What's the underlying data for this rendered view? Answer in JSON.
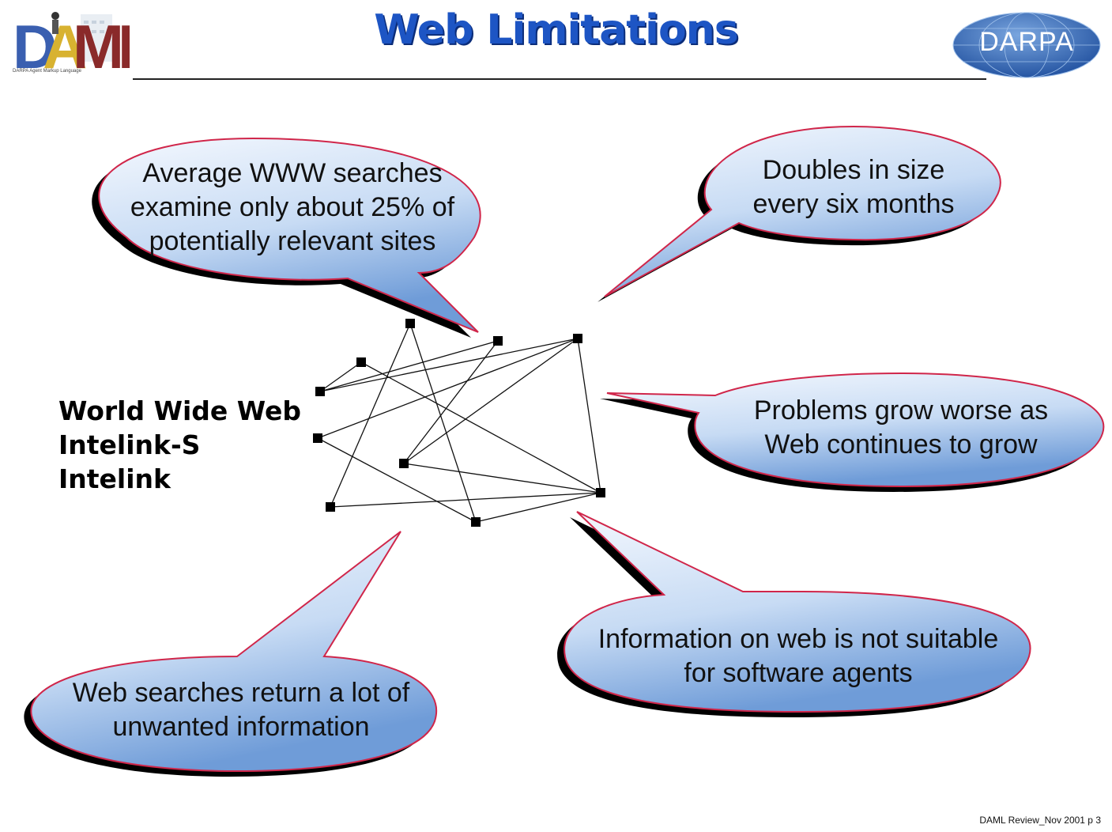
{
  "header": {
    "title": "Web Limitations",
    "logo_left_text": "DAML",
    "logo_left_subtitle": "DARPA Agent Markup Language",
    "logo_right_text": "DARPA"
  },
  "network_labels": [
    "World Wide Web",
    "Intelink-S",
    "Intelink"
  ],
  "callouts": {
    "searches": [
      "Average WWW searches",
      "examine only about 25% of",
      "potentially relevant sites"
    ],
    "doubles": [
      "Doubles in size",
      "every six months"
    ],
    "problems": [
      "Problems grow worse as",
      "Web continues to grow"
    ],
    "unwanted": [
      "Web searches return a lot of",
      "unwanted information"
    ],
    "agents": [
      "Information on web is not suitable",
      "for software agents"
    ]
  },
  "footer": "DAML Review_Nov 2001   p 3",
  "colors": {
    "title_blue": "#1d55c4",
    "bubble_fill_light": "#eef4fc",
    "bubble_fill_dark": "#7fa9de",
    "bubble_outline": "#d0264a",
    "bubble_shadow": "#000000",
    "node": "#000000"
  }
}
